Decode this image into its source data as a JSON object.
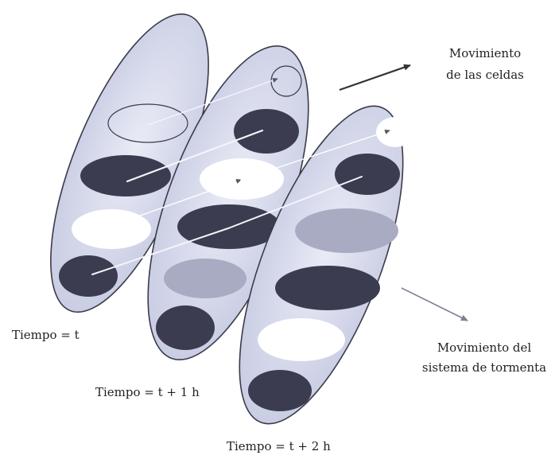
{
  "labels": {
    "cell_motion_line1": "Movimiento",
    "cell_motion_line2": "de las celdas",
    "storm_motion_line1": "Movimiento del",
    "storm_motion_line2": "sistema de tormenta",
    "time_0": "Tiempo = t",
    "time_1": "Tiempo = t + 1 h",
    "time_2": "Tiempo = t + 2 h"
  },
  "colors": {
    "plane_fill": "#d9dcef",
    "plane_stroke": "#3a3a4a",
    "cell_dark": "#3c3c50",
    "cell_medium": "#a9abc3",
    "cell_white": "#ffffff",
    "arrow_dark": "#333333",
    "arrow_gray": "#7d7f92"
  }
}
